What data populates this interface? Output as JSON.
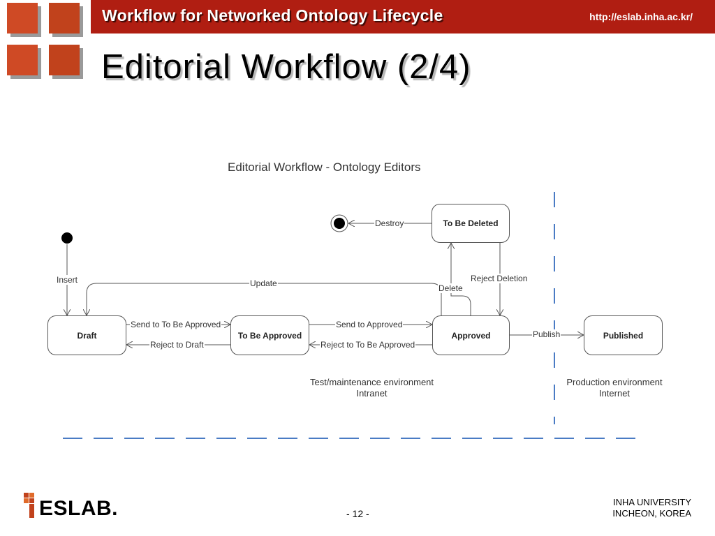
{
  "header": {
    "banner_title": "Workflow for Networked Ontology Lifecycle",
    "url": "http://eslab.inha.ac.kr/",
    "accent_color": "#b01e12"
  },
  "slide": {
    "title": "Editorial Workflow (2/4)"
  },
  "diagram": {
    "title": "Editorial Workflow - Ontology Editors",
    "states": {
      "draft": "Draft",
      "to_be_approved": "To Be Approved",
      "approved": "Approved",
      "published": "Published",
      "to_be_deleted": "To Be Deleted"
    },
    "transitions": {
      "insert": "Insert",
      "update": "Update",
      "send_to_tba": "Send to To Be Approved",
      "reject_to_draft": "Reject to Draft",
      "send_to_approved": "Send to Approved",
      "reject_to_tba": "Reject to To Be Approved",
      "publish": "Publish",
      "delete": "Delete",
      "reject_deletion": "Reject Deletion",
      "destroy": "Destroy"
    },
    "environments": {
      "test_line1": "Test/maintenance environment",
      "test_line2": "Intranet",
      "prod_line1": "Production environment",
      "prod_line2": "Internet"
    }
  },
  "footer": {
    "logo": "ESLAB.",
    "page": "- 12 -",
    "uni_line1": "INHA UNIVERSITY",
    "uni_line2": "INCHEON, KOREA"
  }
}
